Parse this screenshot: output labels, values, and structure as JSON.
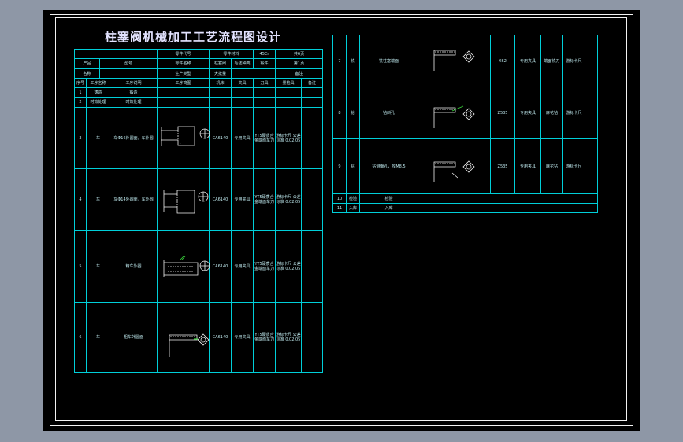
{
  "drawing_title": "柱塞阀机械加工工艺流程图设计",
  "colors": {
    "line": "#00cfd9",
    "text": "#bfe9ee",
    "white": "#f2f2f2",
    "accent_green": "#39d43b",
    "background": "#000000",
    "desktop": "#8e97a6"
  },
  "header": {
    "row1": {
      "c1": "零件代号",
      "c2": "零件材料",
      "c3": "45Cr",
      "c4": "共6页"
    },
    "row2": {
      "c0": "产品",
      "c1": "型号",
      "c2": "零件名称",
      "c3": "柱塞阀",
      "c4": "毛坯种类",
      "c5": "锻件",
      "c6": "第1页"
    },
    "row3": {
      "c0": "名称",
      "c1": "生产类型",
      "c2": "大批量",
      "c3": "备注"
    },
    "columns": {
      "seq": "序号",
      "name": "工序名称",
      "content": "工序说明",
      "sketch": "工序简图",
      "machine": "机床",
      "fixture": "夹具",
      "tool": "刀具",
      "gauge": "量检具",
      "remark": "备注"
    }
  },
  "left_ops": [
    {
      "no": "1",
      "name": "铸造",
      "content": "锻造"
    },
    {
      "no": "2",
      "name": "时效处理",
      "content": "时效处理"
    },
    {
      "no": "3",
      "name": "车",
      "content": "车Φ16外圆面，车外圆",
      "machine": "CA6140",
      "fixture": "专用夹具",
      "tool": "YT5硬质合金端面车刀",
      "gauge": "游标卡尺 公差标准 0.02.05"
    },
    {
      "no": "4",
      "name": "车",
      "content": "车Φ14外圆面，车外圆",
      "machine": "CA6140",
      "fixture": "专用夹具",
      "tool": "YT5硬质合金端面车刀",
      "gauge": "游标卡尺 公差标准 0.02.05"
    },
    {
      "no": "5",
      "name": "车",
      "content": "精车外圆",
      "machine": "CA6140",
      "fixture": "专用夹具",
      "tool": "YT5硬质合金端面车刀",
      "gauge": "游标卡尺 公差标准 0.02.05"
    },
    {
      "no": "6",
      "name": "车",
      "content": "粗车外圆面",
      "machine": "CA6140",
      "fixture": "专用夹具",
      "tool": "YT5硬质合金端面车刀",
      "gauge": "游标卡尺 公差标准 0.02.05"
    }
  ],
  "right_ops": [
    {
      "no": "7",
      "name": "铣",
      "content": "铣柱塞端面",
      "machine": "X62",
      "fixture": "专用夹具",
      "tool": "端面铣刀",
      "gauge": "游标卡尺"
    },
    {
      "no": "8",
      "name": "钻",
      "content": "钻斜孔",
      "machine": "Z535",
      "fixture": "专用夹具",
      "tool": "麻花钻",
      "gauge": "游标卡尺"
    },
    {
      "no": "9",
      "name": "钻",
      "content": "钻侧面孔，攻M8.5",
      "machine": "Z535",
      "fixture": "专用夹具",
      "tool": "麻花钻",
      "gauge": "游标卡尺"
    },
    {
      "no": "10",
      "name": "检验",
      "content": "检验"
    },
    {
      "no": "11",
      "name": "入库",
      "content": "入库"
    }
  ]
}
